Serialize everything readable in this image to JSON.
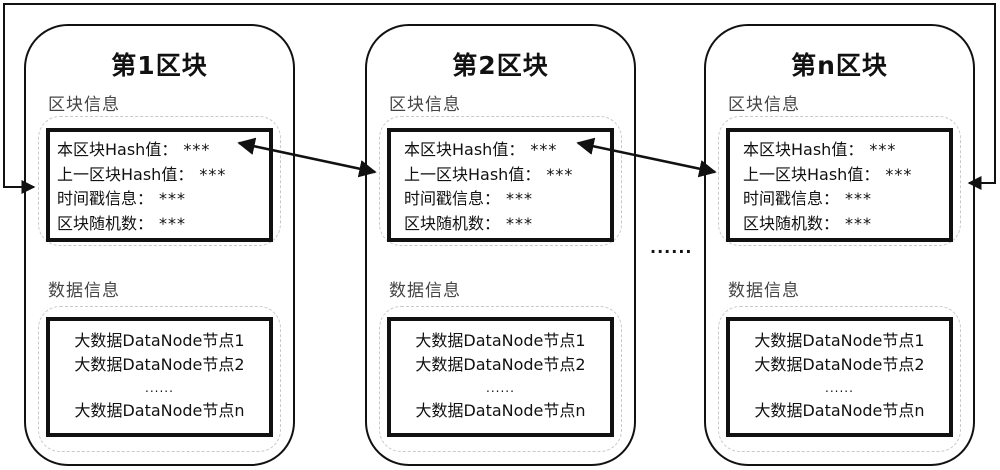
{
  "diagram": {
    "blocks": [
      {
        "title": "第1区块",
        "block_info_label": "区块信息",
        "block_info": [
          {
            "key": "本区块Hash值：",
            "value": "***"
          },
          {
            "key": "上一区块Hash值：",
            "value": "***"
          },
          {
            "key": "时间戳信息：",
            "value": "***"
          },
          {
            "key": "区块随机数：",
            "value": "***"
          }
        ],
        "data_info_label": "数据信息",
        "data_info": [
          "大数据DataNode节点1",
          "大数据DataNode节点2",
          "......",
          "大数据DataNode节点n"
        ]
      },
      {
        "title": "第2区块",
        "block_info_label": "区块信息",
        "block_info": [
          {
            "key": "本区块Hash值：",
            "value": "***"
          },
          {
            "key": "上一区块Hash值：",
            "value": "***"
          },
          {
            "key": "时间戳信息：",
            "value": "***"
          },
          {
            "key": "区块随机数：",
            "value": "***"
          }
        ],
        "data_info_label": "数据信息",
        "data_info": [
          "大数据DataNode节点1",
          "大数据DataNode节点2",
          "......",
          "大数据DataNode节点n"
        ]
      },
      {
        "title": "第n区块",
        "block_info_label": "区块信息",
        "block_info": [
          {
            "key": "本区块Hash值：",
            "value": "***"
          },
          {
            "key": "上一区块Hash值：",
            "value": "***"
          },
          {
            "key": "时间戳信息：",
            "value": "***"
          },
          {
            "key": "区块随机数：",
            "value": "***"
          }
        ],
        "data_info_label": "数据信息",
        "data_info": [
          "大数据DataNode节点1",
          "大数据DataNode节点2",
          "......",
          "大数据DataNode节点n"
        ]
      }
    ],
    "gap_ellipsis": "......",
    "links": [
      {
        "from": "第2区块.上一区块Hash值",
        "to": "第1区块.本区块Hash值",
        "style": "double-arrow"
      },
      {
        "from": "第n区块.上一区块Hash值",
        "to": "第2区块.本区块Hash值",
        "style": "double-arrow"
      },
      {
        "from": "outer-loop",
        "to": "第1区块",
        "style": "arrow"
      },
      {
        "from": "outer-loop",
        "to": "第n区块",
        "style": "arrow"
      }
    ],
    "colors": {
      "stroke": "#111111",
      "label": "#444444",
      "soft_border": "#c9c9c9",
      "background": "#ffffff"
    }
  }
}
